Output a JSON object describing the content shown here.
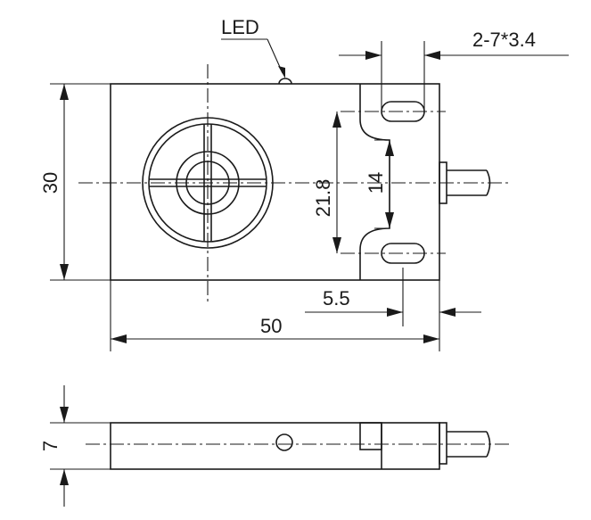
{
  "labels": {
    "led": "LED",
    "holes": "2-7*3.4",
    "width": "50",
    "height": "30",
    "hole_spacing_outer": "21.8",
    "hole_spacing_inner": "14",
    "hole_offset": "5.5",
    "thickness": "7"
  }
}
